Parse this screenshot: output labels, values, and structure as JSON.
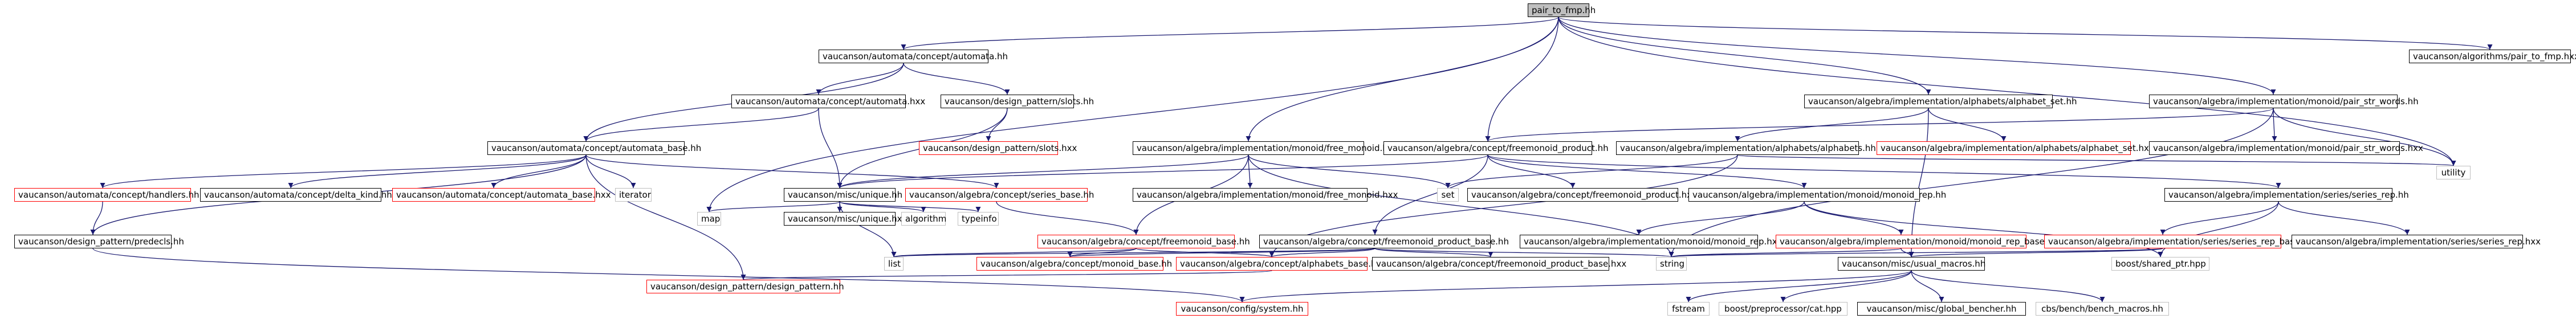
{
  "diagram": {
    "nodes": [
      {
        "id": "root",
        "label": "pair_to_fmp.hh",
        "style": "root"
      },
      {
        "id": "automata_hh",
        "label": "vaucanson/automata/concept/automata.hh"
      },
      {
        "id": "pair_to_fmp_hxx",
        "label": "vaucanson/algorithms/pair_to_fmp.hxx"
      },
      {
        "id": "automata_hxx",
        "label": "vaucanson/automata/concept/automata.hxx"
      },
      {
        "id": "slots_hh",
        "label": "vaucanson/design_pattern/slots.hh"
      },
      {
        "id": "alphabet_set_hh",
        "label": "vaucanson/algebra/implementation/alphabets/alphabet_set.hh"
      },
      {
        "id": "pair_str_words_hh",
        "label": "vaucanson/algebra/implementation/monoid/pair_str_words.hh"
      },
      {
        "id": "slots_hxx",
        "label": "vaucanson/design_pattern/slots.hxx",
        "style": "red"
      },
      {
        "id": "alphabet_set_hxx",
        "label": "vaucanson/algebra/implementation/alphabets/alphabet_set.hxx",
        "style": "red"
      },
      {
        "id": "pair_str_words_hxx",
        "label": "vaucanson/algebra/implementation/monoid/pair_str_words.hxx"
      },
      {
        "id": "automata_base_hh",
        "label": "vaucanson/automata/concept/automata_base.hh"
      },
      {
        "id": "free_monoid_hh",
        "label": "vaucanson/algebra/implementation/monoid/free_monoid.hh"
      },
      {
        "id": "freemonoid_product_hh",
        "label": "vaucanson/algebra/concept/freemonoid_product.hh"
      },
      {
        "id": "alphabets_hh",
        "label": "vaucanson/algebra/implementation/alphabets/alphabets.hh"
      },
      {
        "id": "utility",
        "label": "utility",
        "style": "gray"
      },
      {
        "id": "handlers_hh",
        "label": "vaucanson/automata/concept/handlers.hh",
        "style": "red"
      },
      {
        "id": "delta_kind_hh",
        "label": "vaucanson/automata/concept/delta_kind.hh"
      },
      {
        "id": "automata_base_hxx",
        "label": "vaucanson/automata/concept/automata_base.hxx",
        "style": "red"
      },
      {
        "id": "iterator",
        "label": "iterator",
        "style": "gray"
      },
      {
        "id": "unique_hh",
        "label": "vaucanson/misc/unique.hh"
      },
      {
        "id": "series_base_hh",
        "label": "vaucanson/algebra/concept/series_base.hh",
        "style": "red"
      },
      {
        "id": "free_monoid_hxx",
        "label": "vaucanson/algebra/implementation/monoid/free_monoid.hxx"
      },
      {
        "id": "set",
        "label": "set",
        "style": "gray"
      },
      {
        "id": "freemonoid_product_hxx",
        "label": "vaucanson/algebra/concept/freemonoid_product.hxx"
      },
      {
        "id": "monoid_rep_hh",
        "label": "vaucanson/algebra/implementation/monoid/monoid_rep.hh"
      },
      {
        "id": "series_rep_hh",
        "label": "vaucanson/algebra/implementation/series/series_rep.hh"
      },
      {
        "id": "predecls_hh",
        "label": "vaucanson/design_pattern/predecls.hh"
      },
      {
        "id": "map",
        "label": "map",
        "style": "gray"
      },
      {
        "id": "unique_hxx",
        "label": "vaucanson/misc/unique.hxx"
      },
      {
        "id": "algorithm",
        "label": "algorithm",
        "style": "gray"
      },
      {
        "id": "typeinfo",
        "label": "typeinfo",
        "style": "gray"
      },
      {
        "id": "freemonoid_base_hh",
        "label": "vaucanson/algebra/concept/freemonoid_base.hh",
        "style": "red"
      },
      {
        "id": "freemonoid_product_base_hh",
        "label": "vaucanson/algebra/concept/freemonoid_product_base.hh"
      },
      {
        "id": "monoid_rep_hxx",
        "label": "vaucanson/algebra/implementation/monoid/monoid_rep.hxx"
      },
      {
        "id": "monoid_rep_base_hh",
        "label": "vaucanson/algebra/implementation/monoid/monoid_rep_base.hh",
        "style": "red"
      },
      {
        "id": "series_rep_base_hh",
        "label": "vaucanson/algebra/implementation/series/series_rep_base.hh",
        "style": "red"
      },
      {
        "id": "series_rep_hxx",
        "label": "vaucanson/algebra/implementation/series/series_rep.hxx"
      },
      {
        "id": "string",
        "label": "string",
        "style": "gray"
      },
      {
        "id": "list",
        "label": "list",
        "style": "gray"
      },
      {
        "id": "monoid_base_hh",
        "label": "vaucanson/algebra/concept/monoid_base.hh",
        "style": "red"
      },
      {
        "id": "alphabets_base_hh",
        "label": "vaucanson/algebra/concept/alphabets_base.hh",
        "style": "red"
      },
      {
        "id": "freemonoid_product_base_hxx",
        "label": "vaucanson/algebra/concept/freemonoid_product_base.hxx"
      },
      {
        "id": "static_hh",
        "label": "vaucanson/misc/usual_macros.hh"
      },
      {
        "id": "shared_ptr",
        "label": "boost/shared_ptr.hpp",
        "style": "gray"
      },
      {
        "id": "design_pattern_hh",
        "label": "vaucanson/design_pattern/design_pattern.hh",
        "style": "red"
      },
      {
        "id": "system_hh",
        "label": "vaucanson/config/system.hh",
        "style": "red"
      },
      {
        "id": "fstream",
        "label": "fstream",
        "style": "gray"
      },
      {
        "id": "cat_hpp",
        "label": "boost/preprocessor/cat.hpp",
        "style": "gray"
      },
      {
        "id": "global_bencher",
        "label": "vaucanson/misc/global_bencher.hh"
      },
      {
        "id": "bench_macros",
        "label": "cbs/bench/bench_macros.hh",
        "style": "gray"
      }
    ]
  }
}
